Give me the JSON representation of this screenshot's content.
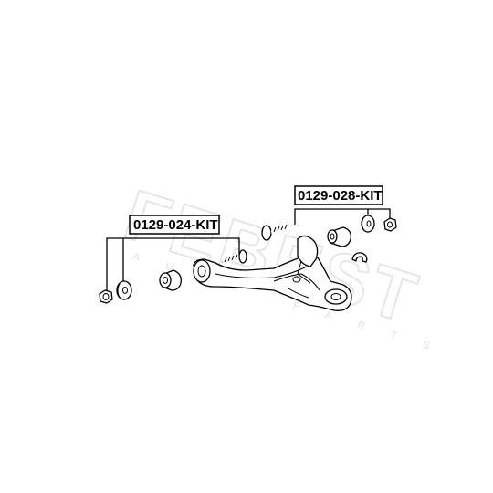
{
  "watermark": {
    "brand": "FEBEST",
    "tagline": "AUTO PARTS"
  },
  "kits": [
    {
      "code": "0129-024-KIT"
    },
    {
      "code": "0129-028-KIT"
    }
  ]
}
